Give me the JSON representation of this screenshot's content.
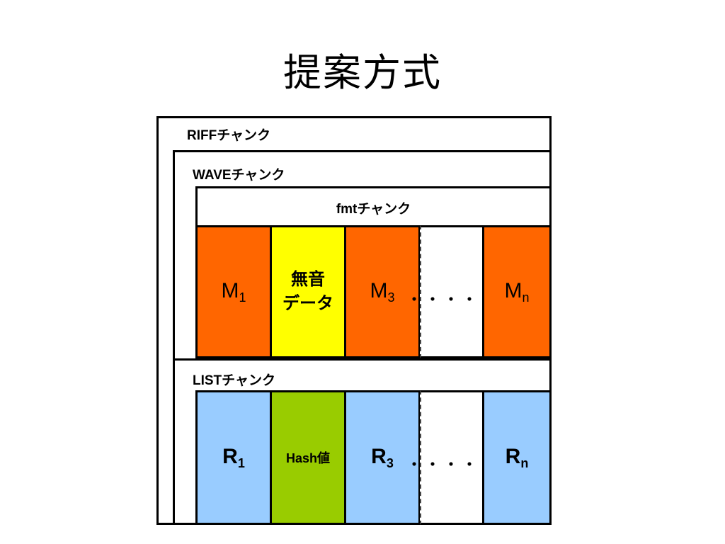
{
  "title": "提案方式",
  "chunks": {
    "riff": "RIFFチャンク",
    "wave": "WAVEチャンク",
    "fmt": "fmtチャンク",
    "list": "LISTチャンク"
  },
  "wave_cells": [
    {
      "main": "M",
      "sub": "1",
      "color": "#ff6600"
    },
    {
      "line1": "無音",
      "line2": "データ",
      "color": "#ffff00"
    },
    {
      "main": "M",
      "sub": "3",
      "color": "#ff6600"
    },
    {
      "dots": "・・・・・",
      "color": "#ffffff"
    },
    {
      "main": "M",
      "sub": "n",
      "color": "#ff6600"
    }
  ],
  "list_cells": [
    {
      "main": "R",
      "sub": "1",
      "color": "#99ccff"
    },
    {
      "small": "Hash値",
      "color": "#99cc00"
    },
    {
      "main": "R",
      "sub": "3",
      "color": "#99ccff"
    },
    {
      "dots": "・・・・・",
      "color": "#ffffff"
    },
    {
      "main": "R",
      "sub": "n",
      "color": "#99ccff"
    }
  ]
}
